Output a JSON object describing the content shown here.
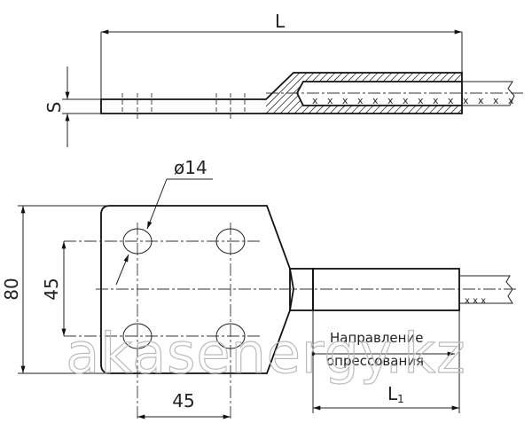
{
  "drawing": {
    "dimensions": {
      "length": "L",
      "thickness": "S",
      "hole_diameter": "ø14",
      "width": "80",
      "hole_spacing_vertical": "45",
      "hole_spacing_horizontal": "45",
      "sleeve_length": "L",
      "sleeve_length_subscript": "1"
    },
    "annotation": {
      "line1": "Направление",
      "line2": "опрессования"
    },
    "watermark": "akasenergy.kz"
  }
}
